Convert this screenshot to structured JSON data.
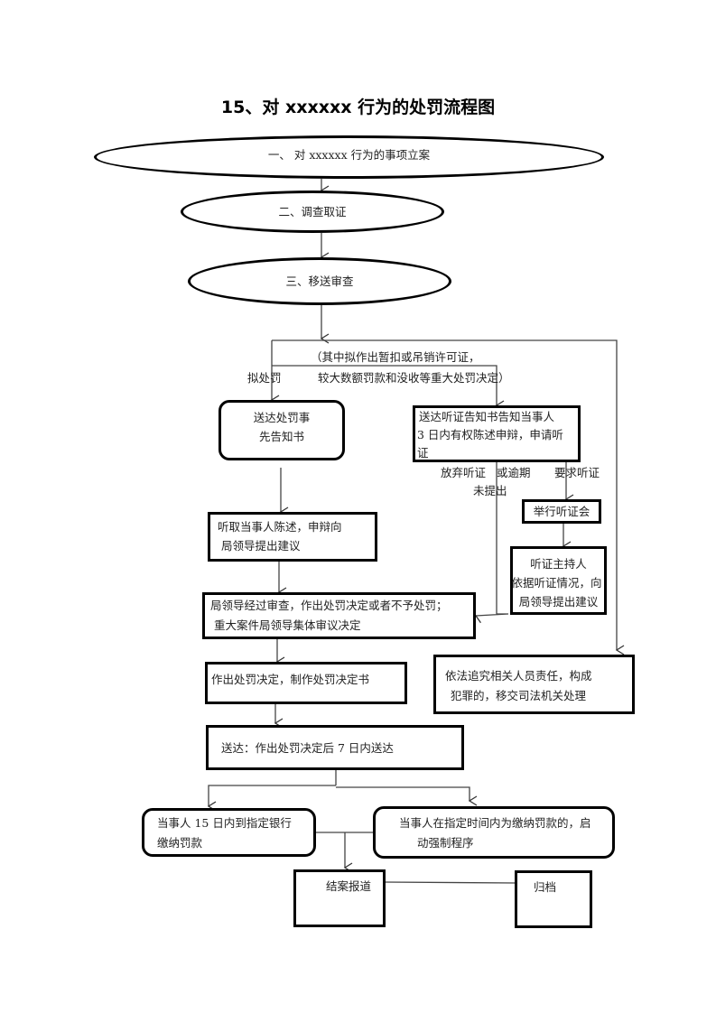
{
  "title": "15、对 xxxxxx 行为的处罚流程图",
  "nodes": {
    "step1": "一、   对 xxxxxx 行为的事项立案",
    "step2": "二、调查取证",
    "step3": "三、移送审查",
    "notice_penalty": [
      "送达处罚事",
      "先告知书"
    ],
    "notice_hearing": [
      "送达听证告知书告知当事人",
      "3 日内有权陈述申辩，申请听",
      "证"
    ],
    "listen_statement": [
      "听取当事人陈述，申辩向",
      "局领导提出建议"
    ],
    "hold_hearing": "举行听证会",
    "hearing_host": [
      "听证主持人",
      "依据听证情况，向",
      "局领导提出建议"
    ],
    "leader_review": [
      "局领导经过审查，作出处罚决定或者不予处罚；",
      "重大案件局领导集体审议决定"
    ],
    "make_decision": "作出处罚决定，制作处罚决定书",
    "legal_liability": [
      "依法追究相关人员责任，构成",
      "犯罪的，移交司法机关处理"
    ],
    "deliver": "送达：作出处罚决定后 7 日内送达",
    "pay_fine": [
      "当事人 15 日内到指定银行",
      "缴纳罚款"
    ],
    "enforce": [
      "当事人在指定时间内为缴纳罚款的，启",
      "动强制程序"
    ],
    "close_case": "结案报道",
    "archive": "归档"
  },
  "labels": {
    "propose_penalty": "拟处罚",
    "major_note_line1": "（其中拟作出暂扣或吊销许可证，",
    "major_note_line2": "较大数额罚款和没收等重大处罚决定）",
    "waive_hearing": "放弃听证",
    "or_overdue": "或逾期",
    "not_submitted": "未提出",
    "request_hearing": "要求听证"
  }
}
